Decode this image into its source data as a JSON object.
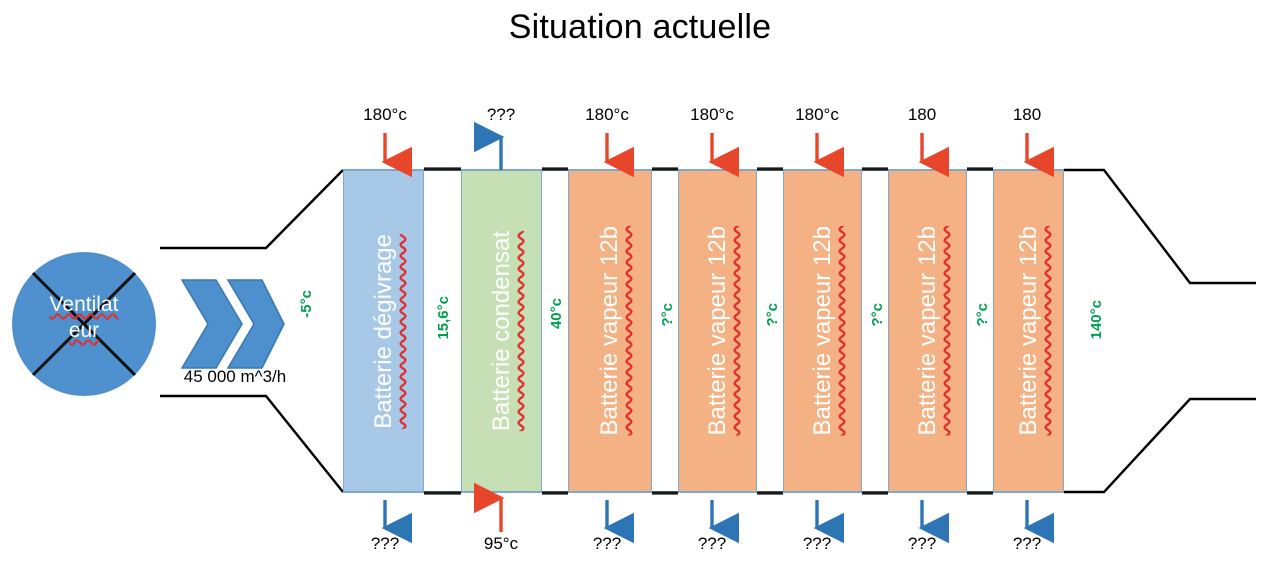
{
  "title": "Situation actuelle",
  "colors": {
    "coil_blue": "#A8C8E8",
    "coil_green": "#C6DFB4",
    "coil_orange": "#F4B183",
    "fan_blue": "#4E90CE",
    "arrow_red": "#E8462B",
    "arrow_blue": "#2E75B6",
    "temp_green": "#00A050"
  },
  "fan": {
    "label": "Ventilat\neur",
    "label_line1": "Ventilat",
    "label_line2": "eur",
    "flow_rate": "45 000 m^3/h"
  },
  "air_temperatures": {
    "inlet": "-5°c",
    "outlet": "140°c",
    "gaps": [
      "15,6°c",
      "40°c",
      "?°c",
      "?°c",
      "?°c",
      "?°c"
    ]
  },
  "coils": [
    {
      "name": "Batterie dégivrage",
      "type": "blue",
      "inlet_temp": "180°c",
      "outlet_temp": "???"
    },
    {
      "name": "Batterie condensat",
      "type": "green",
      "inlet_temp": "???",
      "outlet_temp": "95°c"
    },
    {
      "name": "Batterie vapeur 12b",
      "type": "orange",
      "inlet_temp": "180°c",
      "outlet_temp": "???"
    },
    {
      "name": "Batterie vapeur 12b",
      "type": "orange",
      "inlet_temp": "180°c",
      "outlet_temp": "???"
    },
    {
      "name": "Batterie vapeur 12b",
      "type": "orange",
      "inlet_temp": "180°c",
      "outlet_temp": "???"
    },
    {
      "name": "Batterie vapeur 12b",
      "type": "orange",
      "inlet_temp": "180",
      "outlet_temp": "???"
    },
    {
      "name": "Batterie vapeur 12b",
      "type": "orange",
      "inlet_temp": "180",
      "outlet_temp": "???"
    }
  ],
  "top_arrows": [
    {
      "label": "180°c",
      "direction": "down",
      "color": "red"
    },
    {
      "label": "???",
      "direction": "up",
      "color": "blue"
    },
    {
      "label": "180°c",
      "direction": "down",
      "color": "red"
    },
    {
      "label": "180°c",
      "direction": "down",
      "color": "red"
    },
    {
      "label": "180°c",
      "direction": "down",
      "color": "red"
    },
    {
      "label": "180",
      "direction": "down",
      "color": "red"
    },
    {
      "label": "180",
      "direction": "down",
      "color": "red"
    }
  ],
  "bottom_arrows": [
    {
      "label": "???",
      "direction": "down",
      "color": "blue"
    },
    {
      "label": "95°c",
      "direction": "up",
      "color": "red"
    },
    {
      "label": "???",
      "direction": "down",
      "color": "blue"
    },
    {
      "label": "???",
      "direction": "down",
      "color": "blue"
    },
    {
      "label": "???",
      "direction": "down",
      "color": "blue"
    },
    {
      "label": "???",
      "direction": "down",
      "color": "blue"
    },
    {
      "label": "???",
      "direction": "down",
      "color": "blue"
    }
  ]
}
